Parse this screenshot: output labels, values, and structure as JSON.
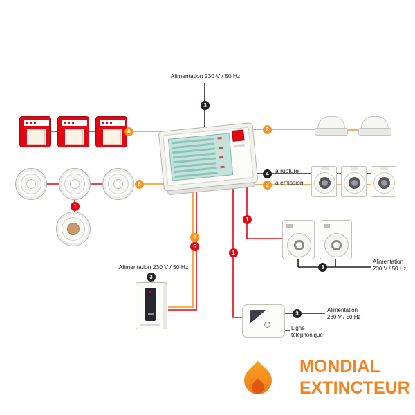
{
  "diagram": {
    "colors": {
      "wire_red": "#e30613",
      "wire_orange": "#f7941d",
      "wire_black": "#231f20",
      "logo_orange": "#f58220",
      "flame_light": "#f9a11b",
      "flame_dark": "#ef7622",
      "flame_core": "#dd5713",
      "panel_display": "#c2e2da"
    },
    "labels": {
      "mains_top": "Alimentation 230 V / 50 Hz",
      "mains_psu": "Alimentation 230 V / 50 Hz",
      "mains_right_l1": "Alimentation",
      "mains_right_l2": "230 V / 50 Hz",
      "mains_dialer_l1": "Alimentation",
      "mains_dialer_l2": "230 V / 50 Hz",
      "break_mode": "à rupture",
      "emission_mode": "à émission",
      "phone_l1": "Ligne",
      "phone_l2": "téléphonique"
    },
    "markers": {
      "mains_top": {
        "label": "3",
        "color": "#231f20"
      },
      "call_point_loop": {
        "label": "6",
        "color": "#f7941d"
      },
      "heat_detector_line": {
        "label": "2",
        "color": "#f7941d"
      },
      "smoke_loop": {
        "label": "6",
        "color": "#f7941d"
      },
      "break_line": {
        "label": "4",
        "color": "#231f20"
      },
      "emission_line": {
        "label": "2",
        "color": "#f7941d"
      },
      "sounder_base_line": {
        "label": "1",
        "color": "#e30613"
      },
      "flash_line": {
        "label": "1",
        "color": "#e30613"
      },
      "psu_orange_line": {
        "label": "2",
        "color": "#f7941d"
      },
      "psu_red_line": {
        "label": "5",
        "color": "#e30613"
      },
      "dialer_line": {
        "label": "1",
        "color": "#e30613"
      },
      "mains_psu": {
        "label": "3",
        "color": "#231f20"
      },
      "mains_right": {
        "label": "3",
        "color": "#231f20"
      },
      "mains_dialer": {
        "label": "3",
        "color": "#231f20"
      }
    },
    "logo": {
      "line1": "MONDIAL",
      "line2": "EXTINCTEUR"
    }
  }
}
